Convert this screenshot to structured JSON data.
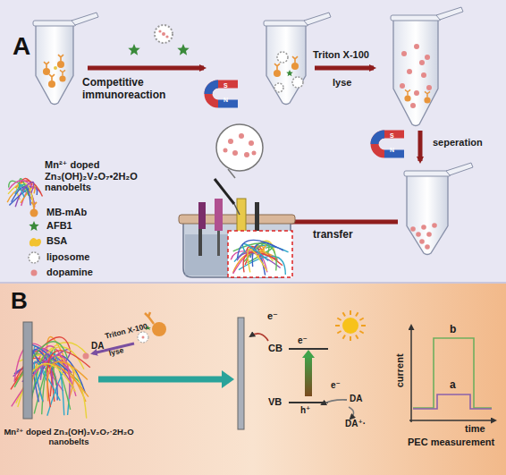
{
  "diagram": {
    "labels": [
      "A",
      "Competitive immunoreaction",
      "Triton X-100",
      "lyse",
      "seperation",
      "transfer",
      "B",
      "DA",
      "Triton X-100",
      "lyse",
      "Mn²⁺ doped Zn₃(OH)₂V₂O₇·2H₂O nanobelts",
      "e⁻",
      "CB",
      "e⁻",
      "VB",
      "h⁺",
      "e⁻",
      "DA",
      "DA⁺·",
      "current",
      "time",
      "b",
      "a",
      "PEC measurement",
      "S",
      "N",
      "S",
      "N"
    ],
    "legend": [
      {
        "text": "Mn²⁺ doped Zn₃(OH)₂V₂O₇•2H₂O nanobelts"
      },
      {
        "text": "MB-mAb"
      },
      {
        "text": "AFB1"
      },
      {
        "text": "BSA"
      },
      {
        "text": "liposome"
      },
      {
        "text": "dopamine"
      }
    ]
  }
}
